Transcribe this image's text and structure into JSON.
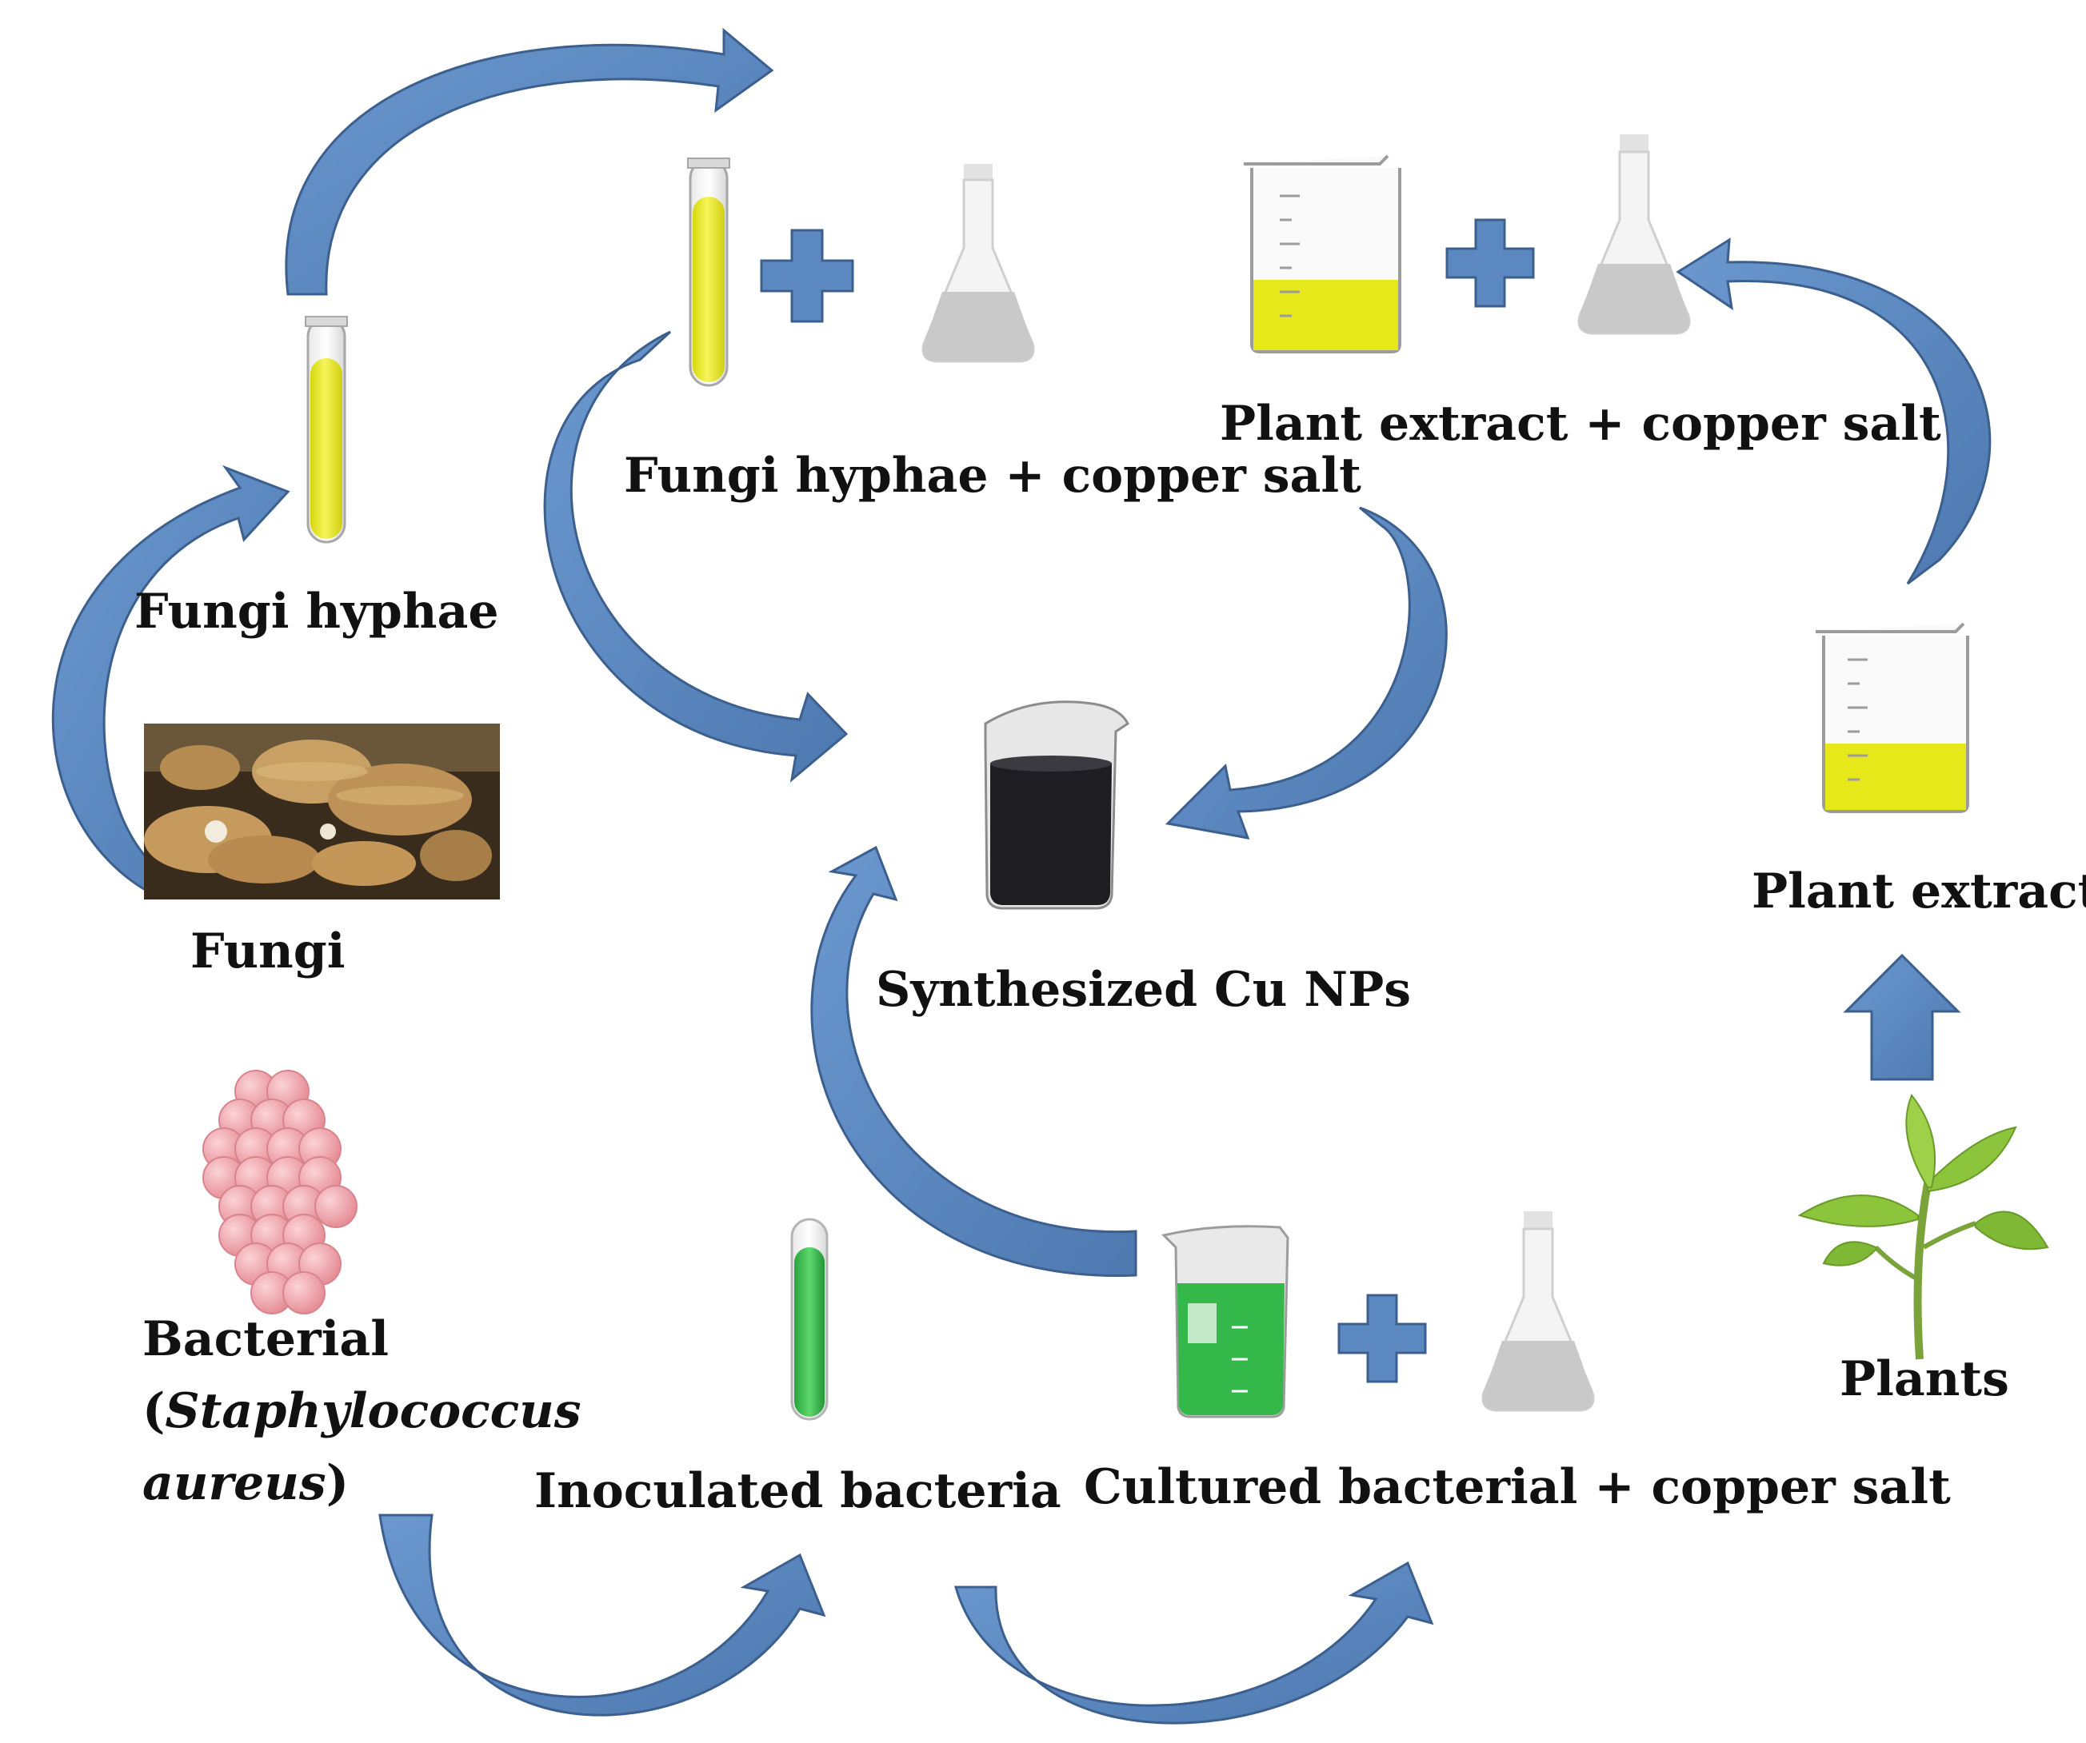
{
  "labels": {
    "fungi": "Fungi",
    "fungi_hyphae": "Fungi hyphae",
    "fungi_hyphae_copper": "Fungi hyphae + copper salt",
    "plant_extract_copper": "Plant extract + copper salt",
    "plant_extract": "Plant extract",
    "plants": "Plants",
    "synthesized": "Synthesized Cu NPs",
    "bacterial_line1": "Bacterial",
    "bacterial_open": "(",
    "bacterial_genus": "Staphylococcus",
    "bacterial_species": "aureus",
    "bacterial_close": ")",
    "inoculated": "Inoculated bacteria",
    "cultured": "Cultured bacterial + copper salt"
  },
  "colors": {
    "arrow_fill": "#5b88c0",
    "arrow_stroke": "#3c5f8e",
    "plus_fill": "#5b88c0",
    "yellow_liquid": "#e6e81a",
    "green_liquid": "#35b84a",
    "dark_liquid": "#1e1e22",
    "flask_liquid": "#c9c9c9",
    "bacteria": "#ee9aa2",
    "fungi_cap": "#c69a5c",
    "leaf": "#8cc43c"
  },
  "icons": [
    "test-tube-icon",
    "flask-icon",
    "beaker-icon",
    "plus-icon",
    "mushroom-photo",
    "bacteria-cluster-icon",
    "plant-seedling-icon"
  ]
}
